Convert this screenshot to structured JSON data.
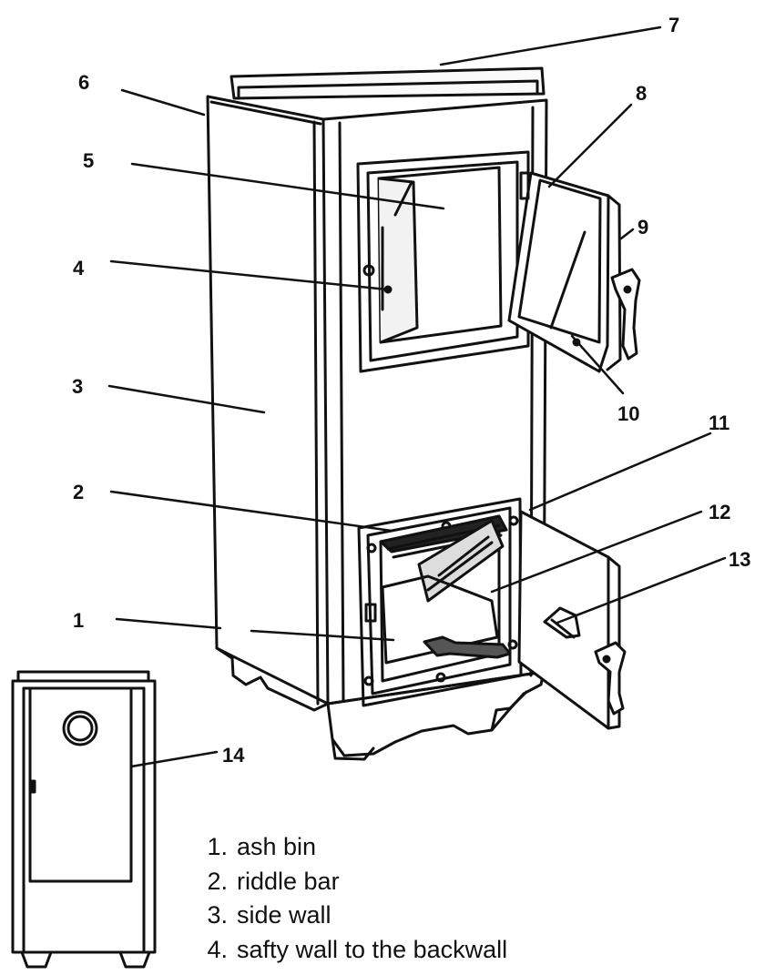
{
  "callouts": [
    "1",
    "2",
    "3",
    "4",
    "5",
    "6",
    "7",
    "8",
    "9",
    "10",
    "11",
    "12",
    "13",
    "14"
  ],
  "legend": [
    {
      "number": "1.",
      "text": "ash bin"
    },
    {
      "number": "2.",
      "text": "riddle bar"
    },
    {
      "number": "3.",
      "text": "side wall"
    },
    {
      "number": "4.",
      "text": "safty wall to the backwall"
    }
  ],
  "colors": {
    "ink": "#111111",
    "paper": "#ffffff",
    "shade": "#e8e8e8"
  }
}
